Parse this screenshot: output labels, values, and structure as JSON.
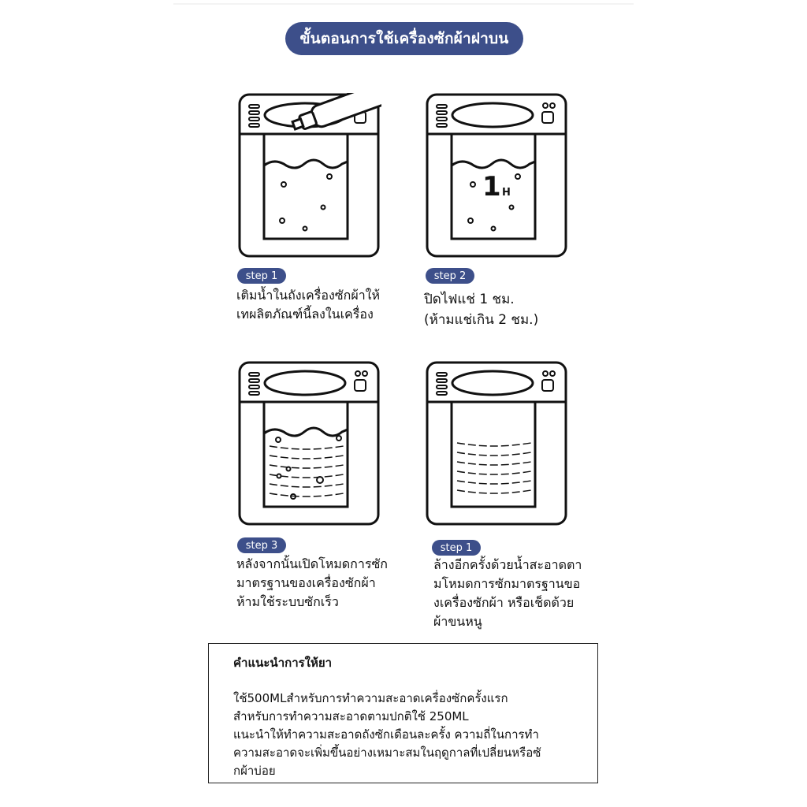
{
  "header": {
    "title": "ขั้นตอนการใช้เครื่องซักผ้าฝาบน"
  },
  "steps": [
    {
      "badge": "step 1",
      "text": "เติมน้ำในถังเครื่องซักผ้าให้\nเทผลิตภัณฑ์นี้ลงในเครื่อง"
    },
    {
      "badge": "step 2",
      "text": "ปิดไฟแช่ 1 ชม.\n(ห้ามแช่เกิน 2 ชม.)",
      "timer_number": "1",
      "timer_unit": "H"
    },
    {
      "badge": "step 3",
      "text": "หลังจากนั้นเปิดโหมดการซัก\nมาตรฐานของเครื่องซักผ้า\nห้ามใช้ระบบซักเร็ว"
    },
    {
      "badge": "step 1",
      "text": "ล้างอีกครั้งด้วยน้ำสะอาดตา\nมโหมดการซักมาตรฐานขอ\nงเครื่องซักผ้า หรือเช็ดด้วย\nผ้าขนหนู"
    }
  ],
  "tips": {
    "title": "คำแนะนำการให้ยา",
    "body": "ใช้500MLสำหรับการทำความสะอาดเครื่องซักครั้งแรก\nสำหรับการทำความสะอาดตามปกติใช้ 250ML\nแนะนำให้ทำความสะอาดถังซักเดือนละครั้ง  ความถี่ในการทำ\nความสะอาดจะเพิ่มขึ้นอย่างเหมาะสมในฤดูกาลที่เปลี่ยนหรือซั\nกผ้าบ่อย"
  },
  "colors": {
    "accent": "#3d4f8a",
    "line": "#111111"
  }
}
